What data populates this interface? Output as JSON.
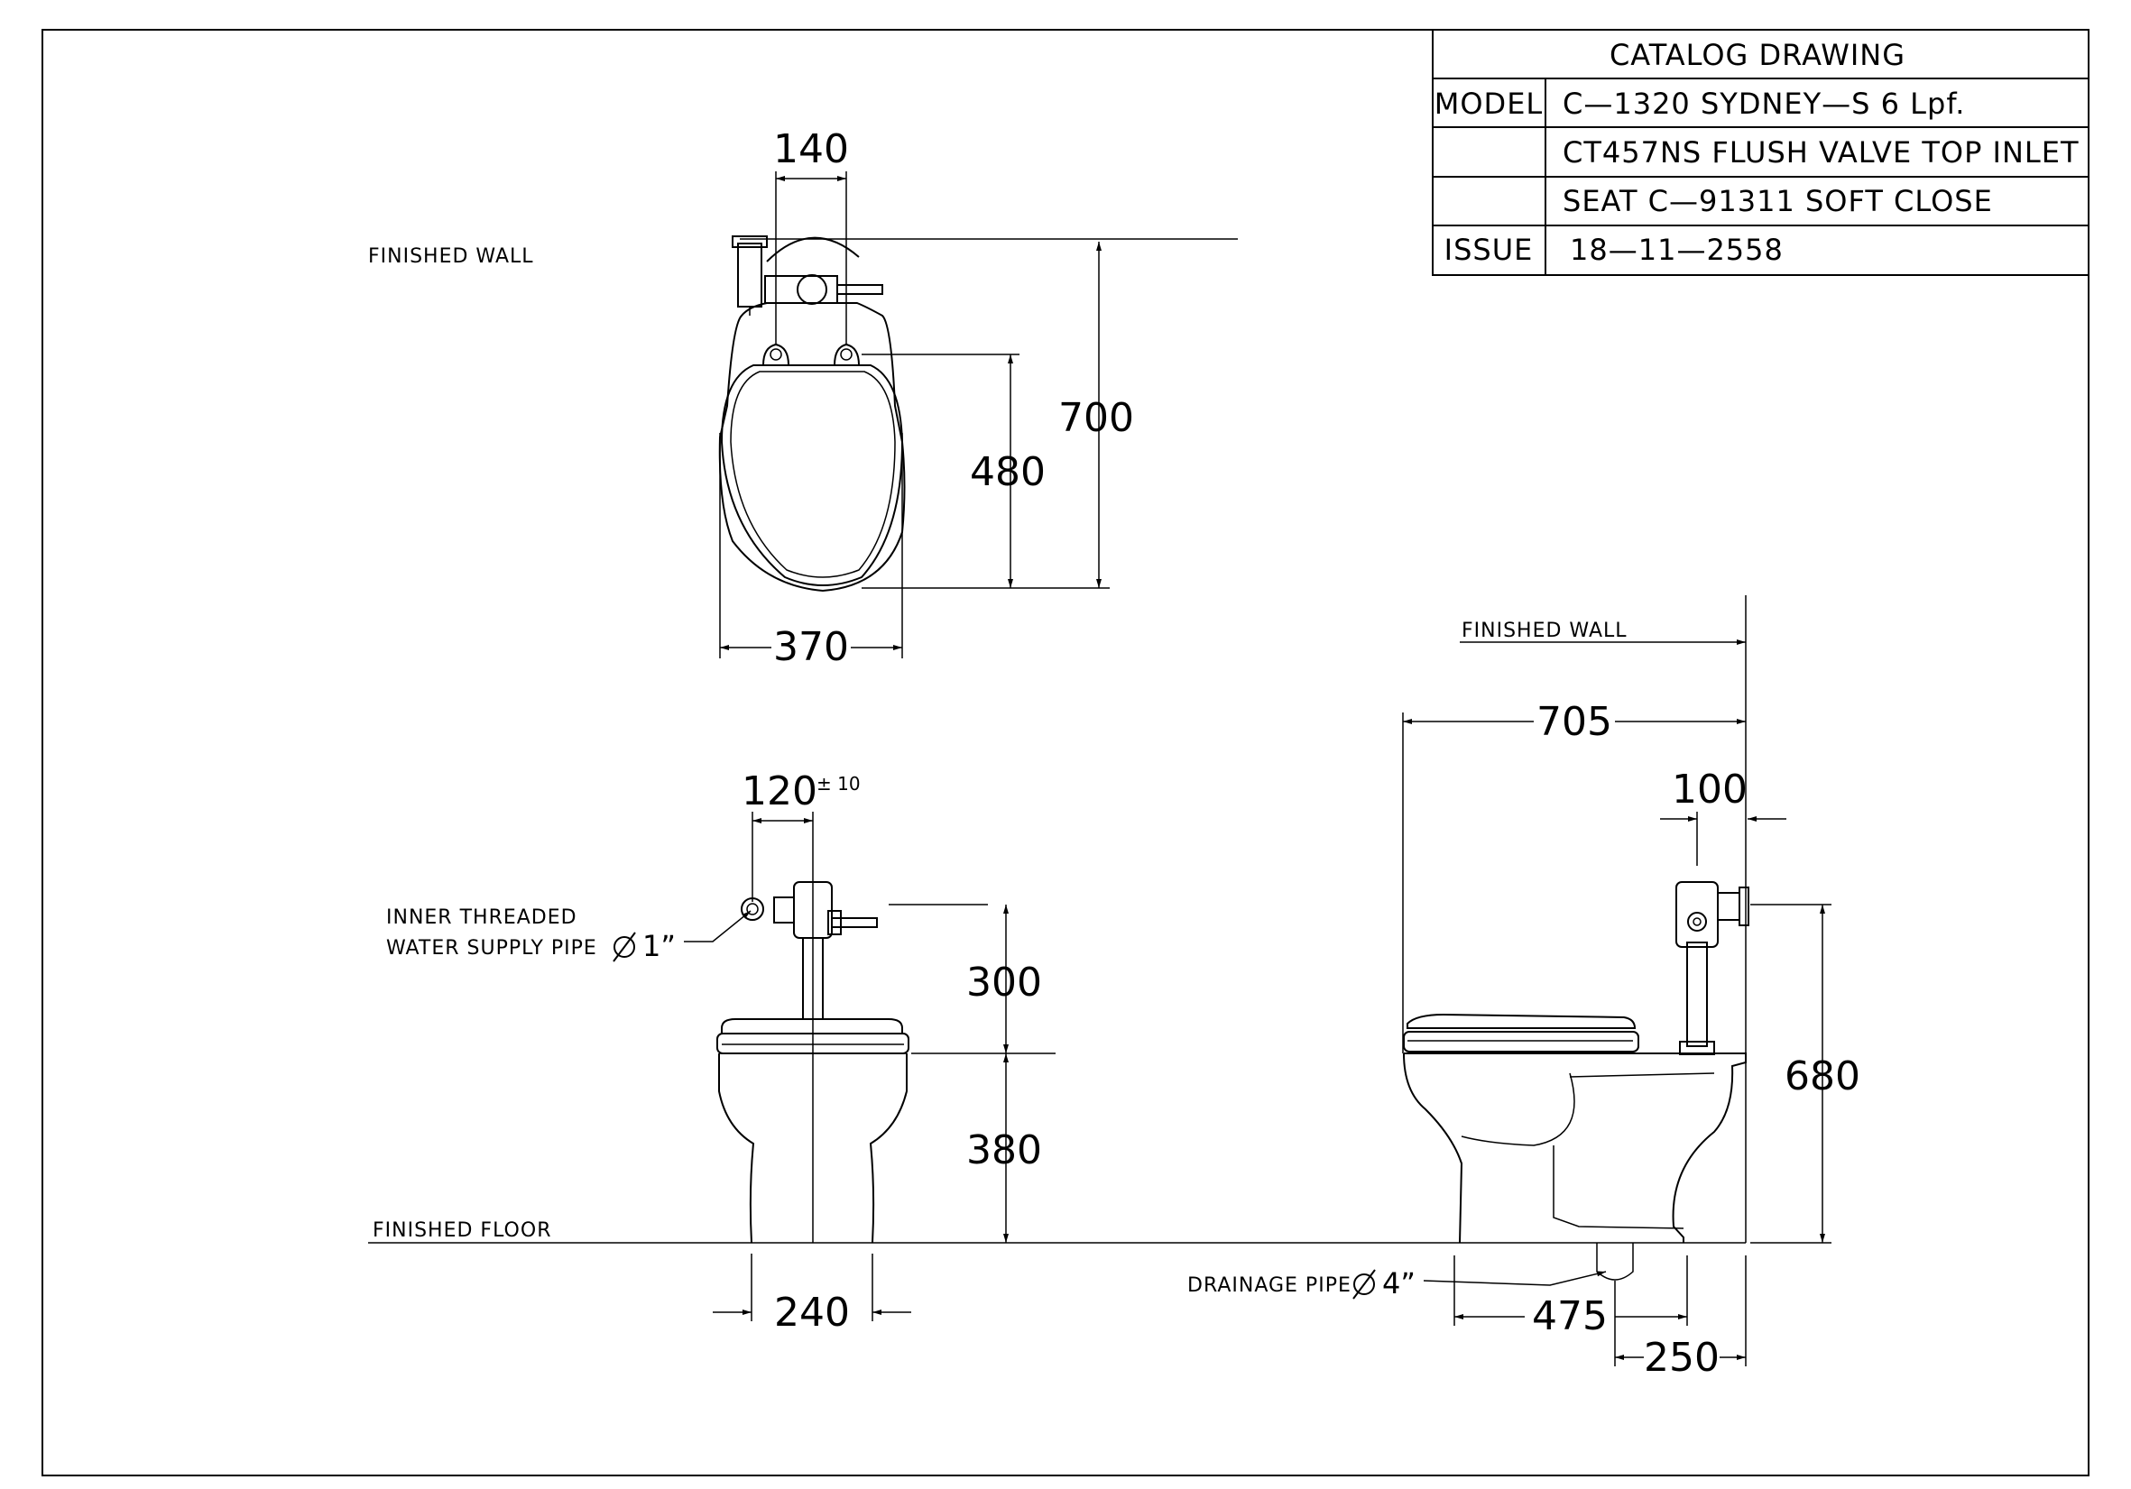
{
  "title_block": {
    "header": "CATALOG  DRAWING",
    "model_label": "MODEL",
    "model_value": "C—1320  SYDNEY—S  6  Lpf.",
    "valve_value": "CT457NS  FLUSH  VALVE  TOP  INLET",
    "seat_value": "SEAT  C—91311  SOFT  CLOSE",
    "issue_label": "ISSUE",
    "issue_value": "18—11—2558"
  },
  "top_view": {
    "wall_label": "FINISHED  WALL",
    "dim_inlet_spacing": "140",
    "dim_total_depth": "700",
    "dim_seat_length": "480",
    "dim_width": "370"
  },
  "front_view": {
    "dim_offset": "120",
    "dim_offset_tol": "± 10",
    "pipe_label_line1": "INNER  THREADED",
    "pipe_label_line2": "WATER  SUPPLY  PIPE",
    "pipe_size": "1”",
    "dim_valve_height": "300",
    "dim_bowl_height": "380",
    "floor_label": "FINISHED  FLOOR",
    "dim_base_width": "240"
  },
  "side_view": {
    "wall_label": "FINISHED  WALL",
    "dim_total_length": "705",
    "dim_valve_wall": "100",
    "dim_inlet_height": "680",
    "drain_label": "DRAINAGE  PIPE",
    "drain_size": "4”",
    "dim_base_length": "475",
    "dim_rough_in": "250"
  }
}
